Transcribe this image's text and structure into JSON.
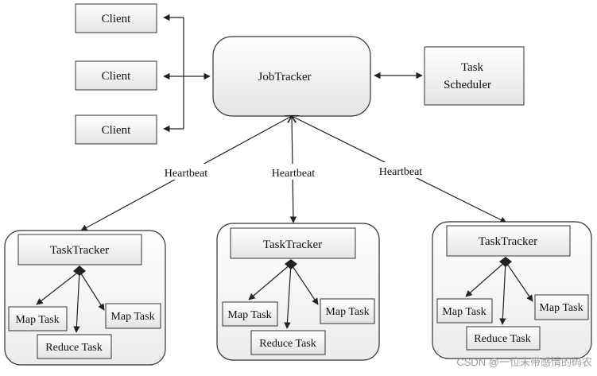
{
  "clients": [
    "Client",
    "Client",
    "Client"
  ],
  "jobtracker": {
    "label": "JobTracker"
  },
  "task_scheduler": {
    "line1": "Task",
    "line2": "Scheduler"
  },
  "heartbeat_labels": [
    "Heartbeat",
    "Heartbeat",
    "Heartbeat"
  ],
  "nodes": [
    {
      "tasktracker": "TaskTracker",
      "map_left": "Map Task",
      "map_right": "Map Task",
      "reduce": "Reduce Task"
    },
    {
      "tasktracker": "TaskTracker",
      "map_left": "Map Task",
      "map_right": "Map Task",
      "reduce": "Reduce Task"
    },
    {
      "tasktracker": "TaskTracker",
      "map_left": "Map Task",
      "map_right": "Map Task",
      "reduce": "Reduce Task"
    }
  ],
  "watermark": "CSDN @一位未带感情的码农",
  "colors": {
    "stroke": "#222222",
    "box_fill": "#f1f1f1",
    "node_fill": "#f6f6f6"
  }
}
